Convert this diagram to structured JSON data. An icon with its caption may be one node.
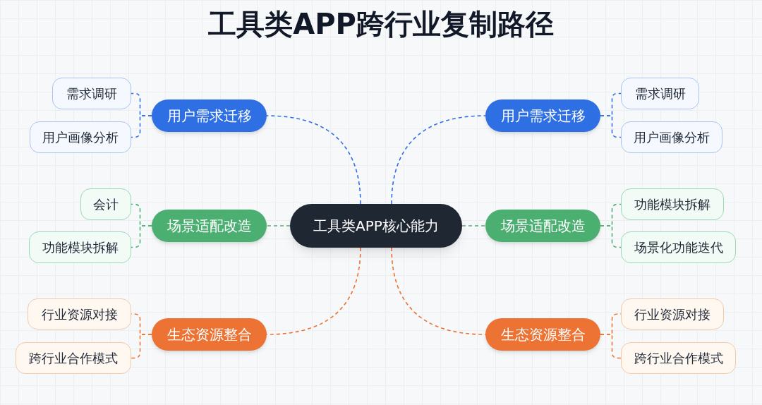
{
  "diagram": {
    "title": "工具类APP跨行业复制路径",
    "nodes": [
      {
        "text": [
          "工具类APP核心能力"
        ]
      },
      {
        "text": [
          "用户需求迁移"
        ]
      },
      {
        "text": [
          "需求调研"
        ]
      },
      {
        "text": [
          "用户画像分析"
        ]
      },
      {
        "text": [
          "场景适配改造"
        ]
      },
      {
        "text": [
          "会计"
        ]
      },
      {
        "text": [
          "功能模块拆解"
        ]
      },
      {
        "text": [
          "生态资源整合"
        ]
      },
      {
        "text": [
          "行业资源对接"
        ]
      },
      {
        "text": [
          "跨行业合作模式"
        ]
      },
      {
        "text": [
          "用户需求迁移"
        ]
      },
      {
        "text": [
          "需求调研"
        ]
      },
      {
        "text": [
          "用户画像分析"
        ]
      },
      {
        "text": [
          "场景适配改造"
        ]
      },
      {
        "text": [
          "功能模块拆解"
        ]
      },
      {
        "text": [
          "场景化功能迭代"
        ]
      },
      {
        "text": [
          "生态资源整合"
        ]
      },
      {
        "text": [
          "行业资源对接"
        ]
      },
      {
        "text": [
          "跨行业合作模式"
        ]
      }
    ],
    "edges": [
      {
        "from": 0,
        "to": 1,
        "arrow": "none",
        "style": "dashed",
        "color": "#2f6fe4"
      },
      {
        "from": 1,
        "to": 2,
        "arrow": "none",
        "style": "dashed",
        "color": "#2f6fe4"
      },
      {
        "from": 1,
        "to": 3,
        "arrow": "none",
        "style": "dashed",
        "color": "#2f6fe4"
      },
      {
        "from": 0,
        "to": 4,
        "arrow": "none",
        "style": "dashed",
        "color": "#4caf72"
      },
      {
        "from": 4,
        "to": 5,
        "arrow": "none",
        "style": "dashed",
        "color": "#4caf72"
      },
      {
        "from": 4,
        "to": 6,
        "arrow": "none",
        "style": "dashed",
        "color": "#4caf72"
      },
      {
        "from": 0,
        "to": 7,
        "arrow": "none",
        "style": "dashed",
        "color": "#ec7333"
      },
      {
        "from": 7,
        "to": 8,
        "arrow": "none",
        "style": "dashed",
        "color": "#ec7333"
      },
      {
        "from": 7,
        "to": 9,
        "arrow": "none",
        "style": "dashed",
        "color": "#ec7333"
      },
      {
        "from": 0,
        "to": 10,
        "arrow": "none",
        "style": "dashed",
        "color": "#2f6fe4"
      },
      {
        "from": 10,
        "to": 11,
        "arrow": "none",
        "style": "dashed",
        "color": "#2f6fe4"
      },
      {
        "from": 10,
        "to": 12,
        "arrow": "none",
        "style": "dashed",
        "color": "#2f6fe4"
      },
      {
        "from": 0,
        "to": 13,
        "arrow": "none",
        "style": "dashed",
        "color": "#4caf72"
      },
      {
        "from": 13,
        "to": 14,
        "arrow": "none",
        "style": "dashed",
        "color": "#4caf72"
      },
      {
        "from": 13,
        "to": 15,
        "arrow": "none",
        "style": "dashed",
        "color": "#4caf72"
      },
      {
        "from": 0,
        "to": 16,
        "arrow": "none",
        "style": "dashed",
        "color": "#ec7333"
      },
      {
        "from": 16,
        "to": 17,
        "arrow": "none",
        "style": "dashed",
        "color": "#ec7333"
      },
      {
        "from": 16,
        "to": 18,
        "arrow": "none",
        "style": "dashed",
        "color": "#ec7333"
      }
    ]
  }
}
